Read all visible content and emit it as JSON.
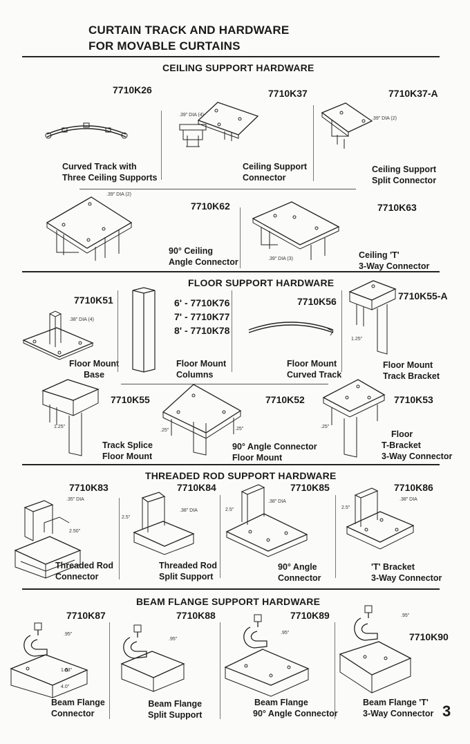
{
  "title": {
    "line1": "CURTAIN TRACK AND HARDWARE",
    "line2": "FOR MOVABLE CURTAINS"
  },
  "page_number": "3",
  "sections": {
    "ceiling": {
      "heading": "CEILING SUPPORT HARDWARE",
      "items": [
        {
          "part": "7710K26",
          "caption_lines": [
            "Curved Track with",
            "Three Ceiling Supports"
          ]
        },
        {
          "part": "7710K37",
          "caption_lines": [
            "Ceiling Support",
            "Connector"
          ]
        },
        {
          "part": "7710K37-A",
          "caption_lines": [
            "Ceiling Support",
            "Split Connector"
          ]
        },
        {
          "part": "7710K62",
          "caption_lines": [
            "90° Ceiling",
            "Angle Connector"
          ]
        },
        {
          "part": "7710K63",
          "caption_lines": [
            "Ceiling 'T'",
            "3-Way Connector"
          ]
        }
      ]
    },
    "floor": {
      "heading": "FLOOR SUPPORT HARDWARE",
      "items": [
        {
          "part": "7710K51",
          "caption_lines": [
            "Floor Mount",
            "Base"
          ]
        },
        {
          "part_lines": [
            "6' - 7710K76",
            "7' - 7710K77",
            "8' - 7710K78"
          ],
          "caption_lines": [
            "Floor Mount",
            "Columns"
          ]
        },
        {
          "part": "7710K56",
          "caption_lines": [
            "Floor Mount",
            "Curved Track"
          ]
        },
        {
          "part": "7710K55-A",
          "caption_lines": [
            "Floor Mount",
            "Track Bracket"
          ]
        },
        {
          "part": "7710K55",
          "caption_lines": [
            "Track Splice",
            "Floor Mount"
          ]
        },
        {
          "part": "7710K52",
          "caption_lines": [
            "90° Angle Connector",
            "Floor Mount"
          ]
        },
        {
          "part": "7710K53",
          "caption_lines": [
            "Floor",
            "T-Bracket",
            "3-Way Connector"
          ]
        }
      ]
    },
    "threaded": {
      "heading": "THREADED ROD SUPPORT HARDWARE",
      "items": [
        {
          "part": "7710K83",
          "caption_lines": [
            "Threaded Rod",
            "Connector"
          ]
        },
        {
          "part": "7710K84",
          "caption_lines": [
            "Threaded Rod",
            "Split Support"
          ]
        },
        {
          "part": "7710K85",
          "caption_lines": [
            "90° Angle",
            "Connector"
          ]
        },
        {
          "part": "7710K86",
          "caption_lines": [
            "'T' Bracket",
            "3-Way Connector"
          ]
        }
      ]
    },
    "beam": {
      "heading": "BEAM FLANGE SUPPORT HARDWARE",
      "items": [
        {
          "part": "7710K87",
          "caption_lines": [
            "Beam Flange",
            "Connector"
          ]
        },
        {
          "part": "7710K88",
          "caption_lines": [
            "Beam Flange",
            "Split Support"
          ]
        },
        {
          "part": "7710K89",
          "caption_lines": [
            "Beam Flange",
            "90° Angle Connector"
          ]
        },
        {
          "part": "7710K90",
          "caption_lines": [
            "Beam Flange 'T'",
            "3-Way Connector"
          ]
        }
      ]
    }
  }
}
